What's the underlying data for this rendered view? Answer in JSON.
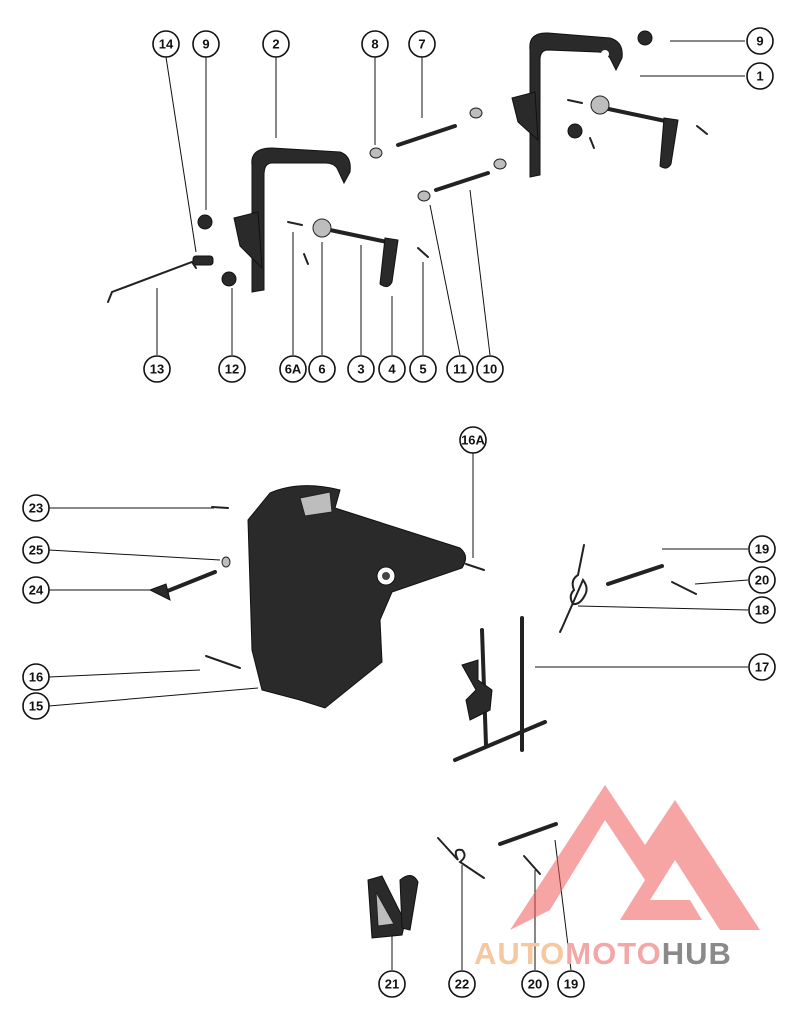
{
  "callouts": {
    "c14": "14",
    "c9a": "9",
    "c2": "2",
    "c8": "8",
    "c7": "7",
    "c9b": "9",
    "c1": "1",
    "c13": "13",
    "c12": "12",
    "c6A": "6A",
    "c6": "6",
    "c3": "3",
    "c4": "4",
    "c5": "5",
    "c11": "11",
    "c10": "10",
    "c16A": "16A",
    "c23": "23",
    "c25": "25",
    "c24": "24",
    "c16": "16",
    "c15": "15",
    "c19a": "19",
    "c20a": "20",
    "c18": "18",
    "c17": "17",
    "c21": "21",
    "c22": "22",
    "c20b": "20",
    "c19b": "19"
  },
  "watermark": {
    "part1": "AUTO",
    "part2": "MOTO",
    "part3": "HUB",
    "colors": {
      "triangle": "#ef5a5a",
      "auto": "#f6c8a0",
      "moto": "#f3a7a7",
      "hub": "#8a8a8a"
    }
  }
}
